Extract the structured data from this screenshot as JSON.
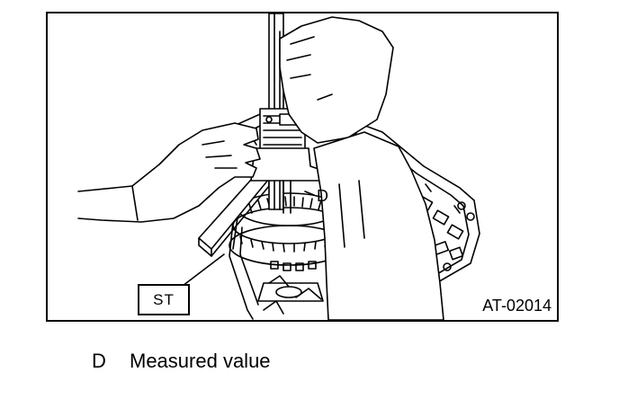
{
  "figure": {
    "callouts": {
      "d": "D",
      "st": "ST"
    },
    "code": "AT-02014"
  },
  "legend": {
    "items": [
      {
        "key": "D",
        "text": "Measured value"
      }
    ]
  },
  "colors": {
    "ink": "#000000",
    "paper": "#ffffff"
  }
}
